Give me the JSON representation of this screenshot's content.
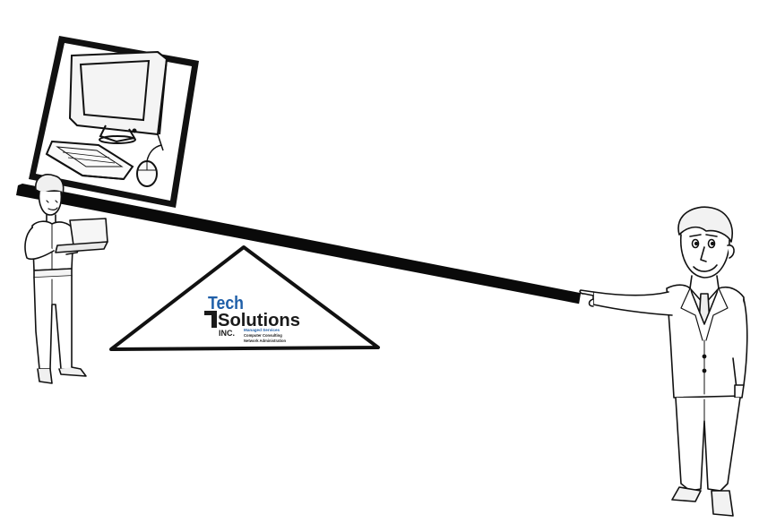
{
  "logo": {
    "tech": "Tech",
    "solutions": "Solutions",
    "inc": "INC.",
    "taglines": [
      "Managed Services",
      "Computer Consulting",
      "Network Administration"
    ],
    "colors": {
      "blue": "#1f5fa8",
      "dark": "#1a1a1a"
    }
  },
  "colors": {
    "stroke": "#111111",
    "background": "#ffffff"
  }
}
